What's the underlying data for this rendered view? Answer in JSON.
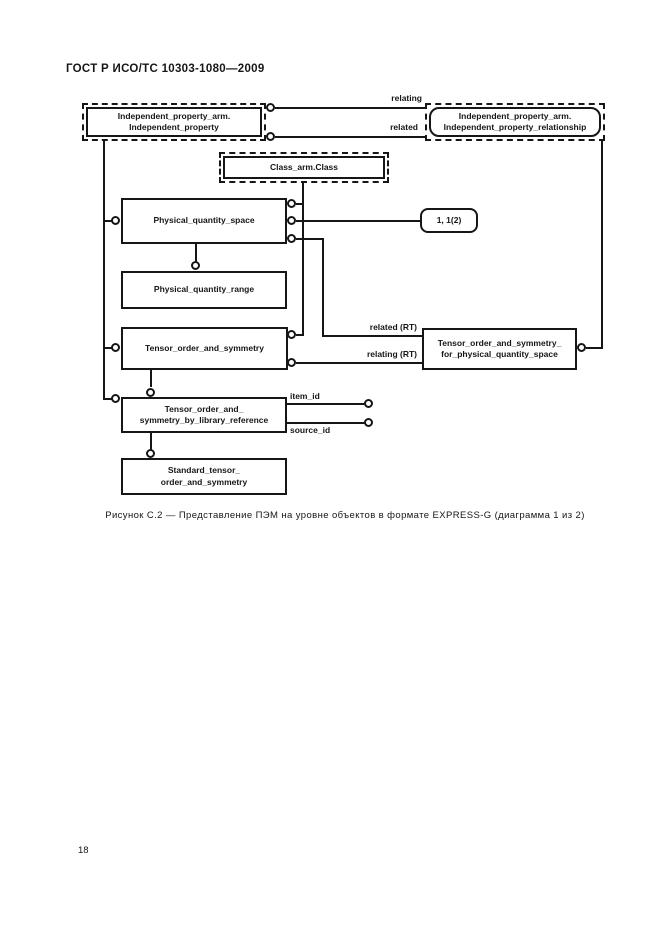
{
  "page": {
    "header": "ГОСТ Р ИСО/ТС 10303-1080—2009",
    "caption": "Рисунок С.2 — Представление ПЭМ на уровне объектов в формате EXPRESS-G (диаграмма 1 из 2)",
    "page_number": "18"
  },
  "colors": {
    "ink": "#161616",
    "background": "#ffffff"
  },
  "diagram": {
    "nodes": {
      "independent_property": "Independent_property_arm.\nIndependent_property",
      "independent_property_relationship": "Independent_property_arm.\nIndependent_property_relationship",
      "class_arm_class": "Class_arm.Class",
      "physical_quantity_space": "Physical_quantity_space",
      "page_ref": "1, 1(2)",
      "physical_quantity_range": "Physical_quantity_range",
      "tensor_order_and_symmetry": "Tensor_order_and_symmetry",
      "tensor_for_pqs": "Tensor_order_and_symmetry_\nfor_physical_quantity_space",
      "tensor_by_library_reference": "Tensor_order_and_\nsymmetry_by_library_reference",
      "standard_tensor": "Standard_tensor_\norder_and_symmetry"
    },
    "edge_labels": {
      "relating": "relating",
      "related": "related",
      "related_rt": "related (RT)",
      "relating_rt": "relating (RT)",
      "item_id": "item_id",
      "source_id": "source_id"
    }
  }
}
